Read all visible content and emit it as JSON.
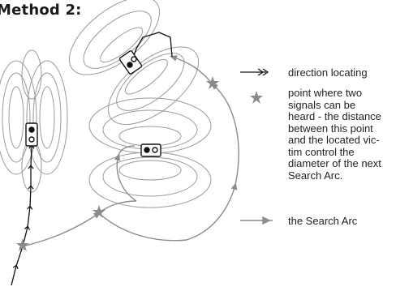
{
  "title": "Method 2:",
  "legend": {
    "direction_locating": "direction locating",
    "point_two_signals": "point where two\nsignals can be\nheard - the distance\nbetween this point\nand the located vic-\ntim control the\ndiameter of the next\nSearch Arc.",
    "search_arc": "the Search Arc"
  },
  "colors": {
    "field_lines": "#9a9a9a",
    "search_arc": "#8c8c8c",
    "direction_path": "#111111",
    "star": "#8a8a8a"
  },
  "icons": [
    "transceiver-icon",
    "star-marker-icon",
    "direction-arrow-icon",
    "search-arc-arrow-icon"
  ]
}
